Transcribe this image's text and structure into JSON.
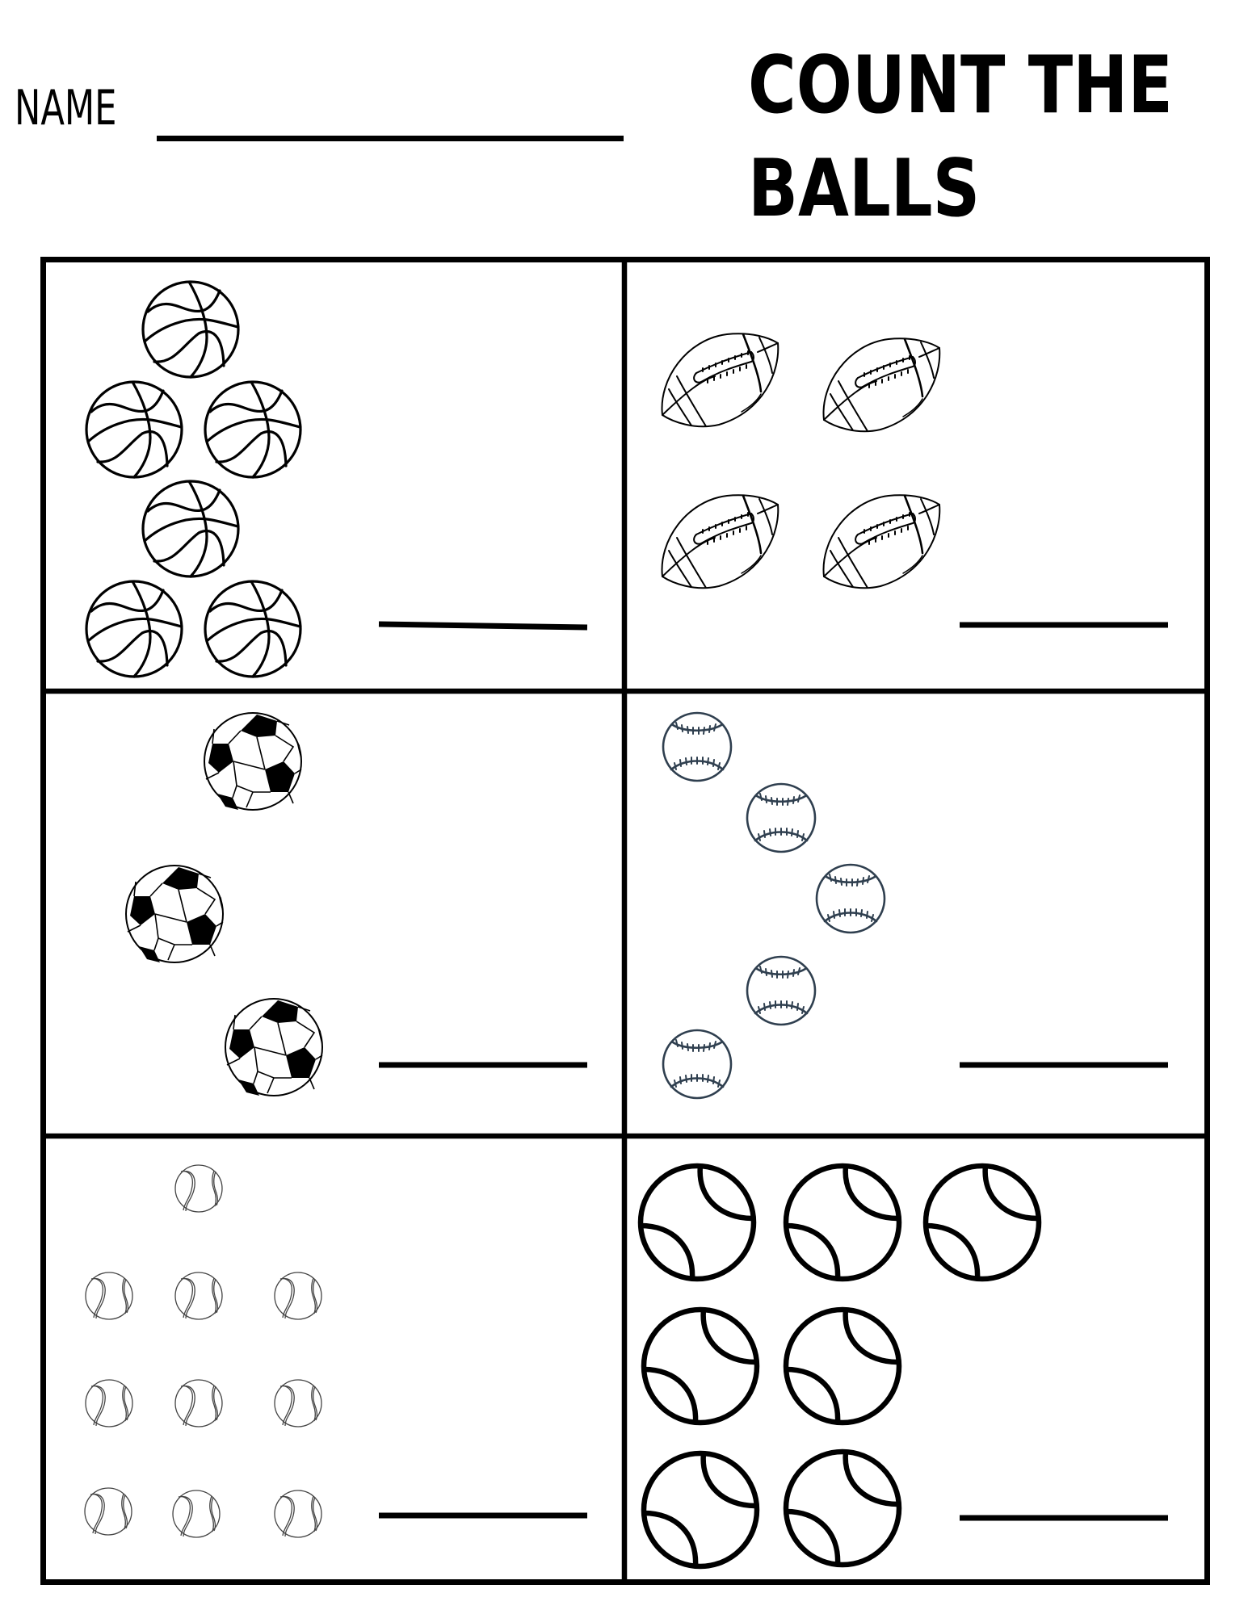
{
  "header": {
    "name_label": "NAME",
    "title_line1": "COUNT THE",
    "title_line2": "BALLS"
  },
  "grid": {
    "rows": 3,
    "columns": 2,
    "cells": [
      {
        "ball_type": "basketball",
        "ball_count": 6,
        "answer": ""
      },
      {
        "ball_type": "american-football",
        "ball_count": 4,
        "answer": ""
      },
      {
        "ball_type": "soccer-ball",
        "ball_count": 3,
        "answer": ""
      },
      {
        "ball_type": "baseball",
        "ball_count": 5,
        "answer": ""
      },
      {
        "ball_type": "tennis-ball-small",
        "ball_count": 10,
        "answer": ""
      },
      {
        "ball_type": "tennis-ball-large",
        "ball_count": 7,
        "answer": ""
      }
    ]
  },
  "colors": {
    "ink": "#000000",
    "baseball_ink": "#2f3f4f",
    "tennis_small_ink": "#555555",
    "background": "#ffffff"
  }
}
